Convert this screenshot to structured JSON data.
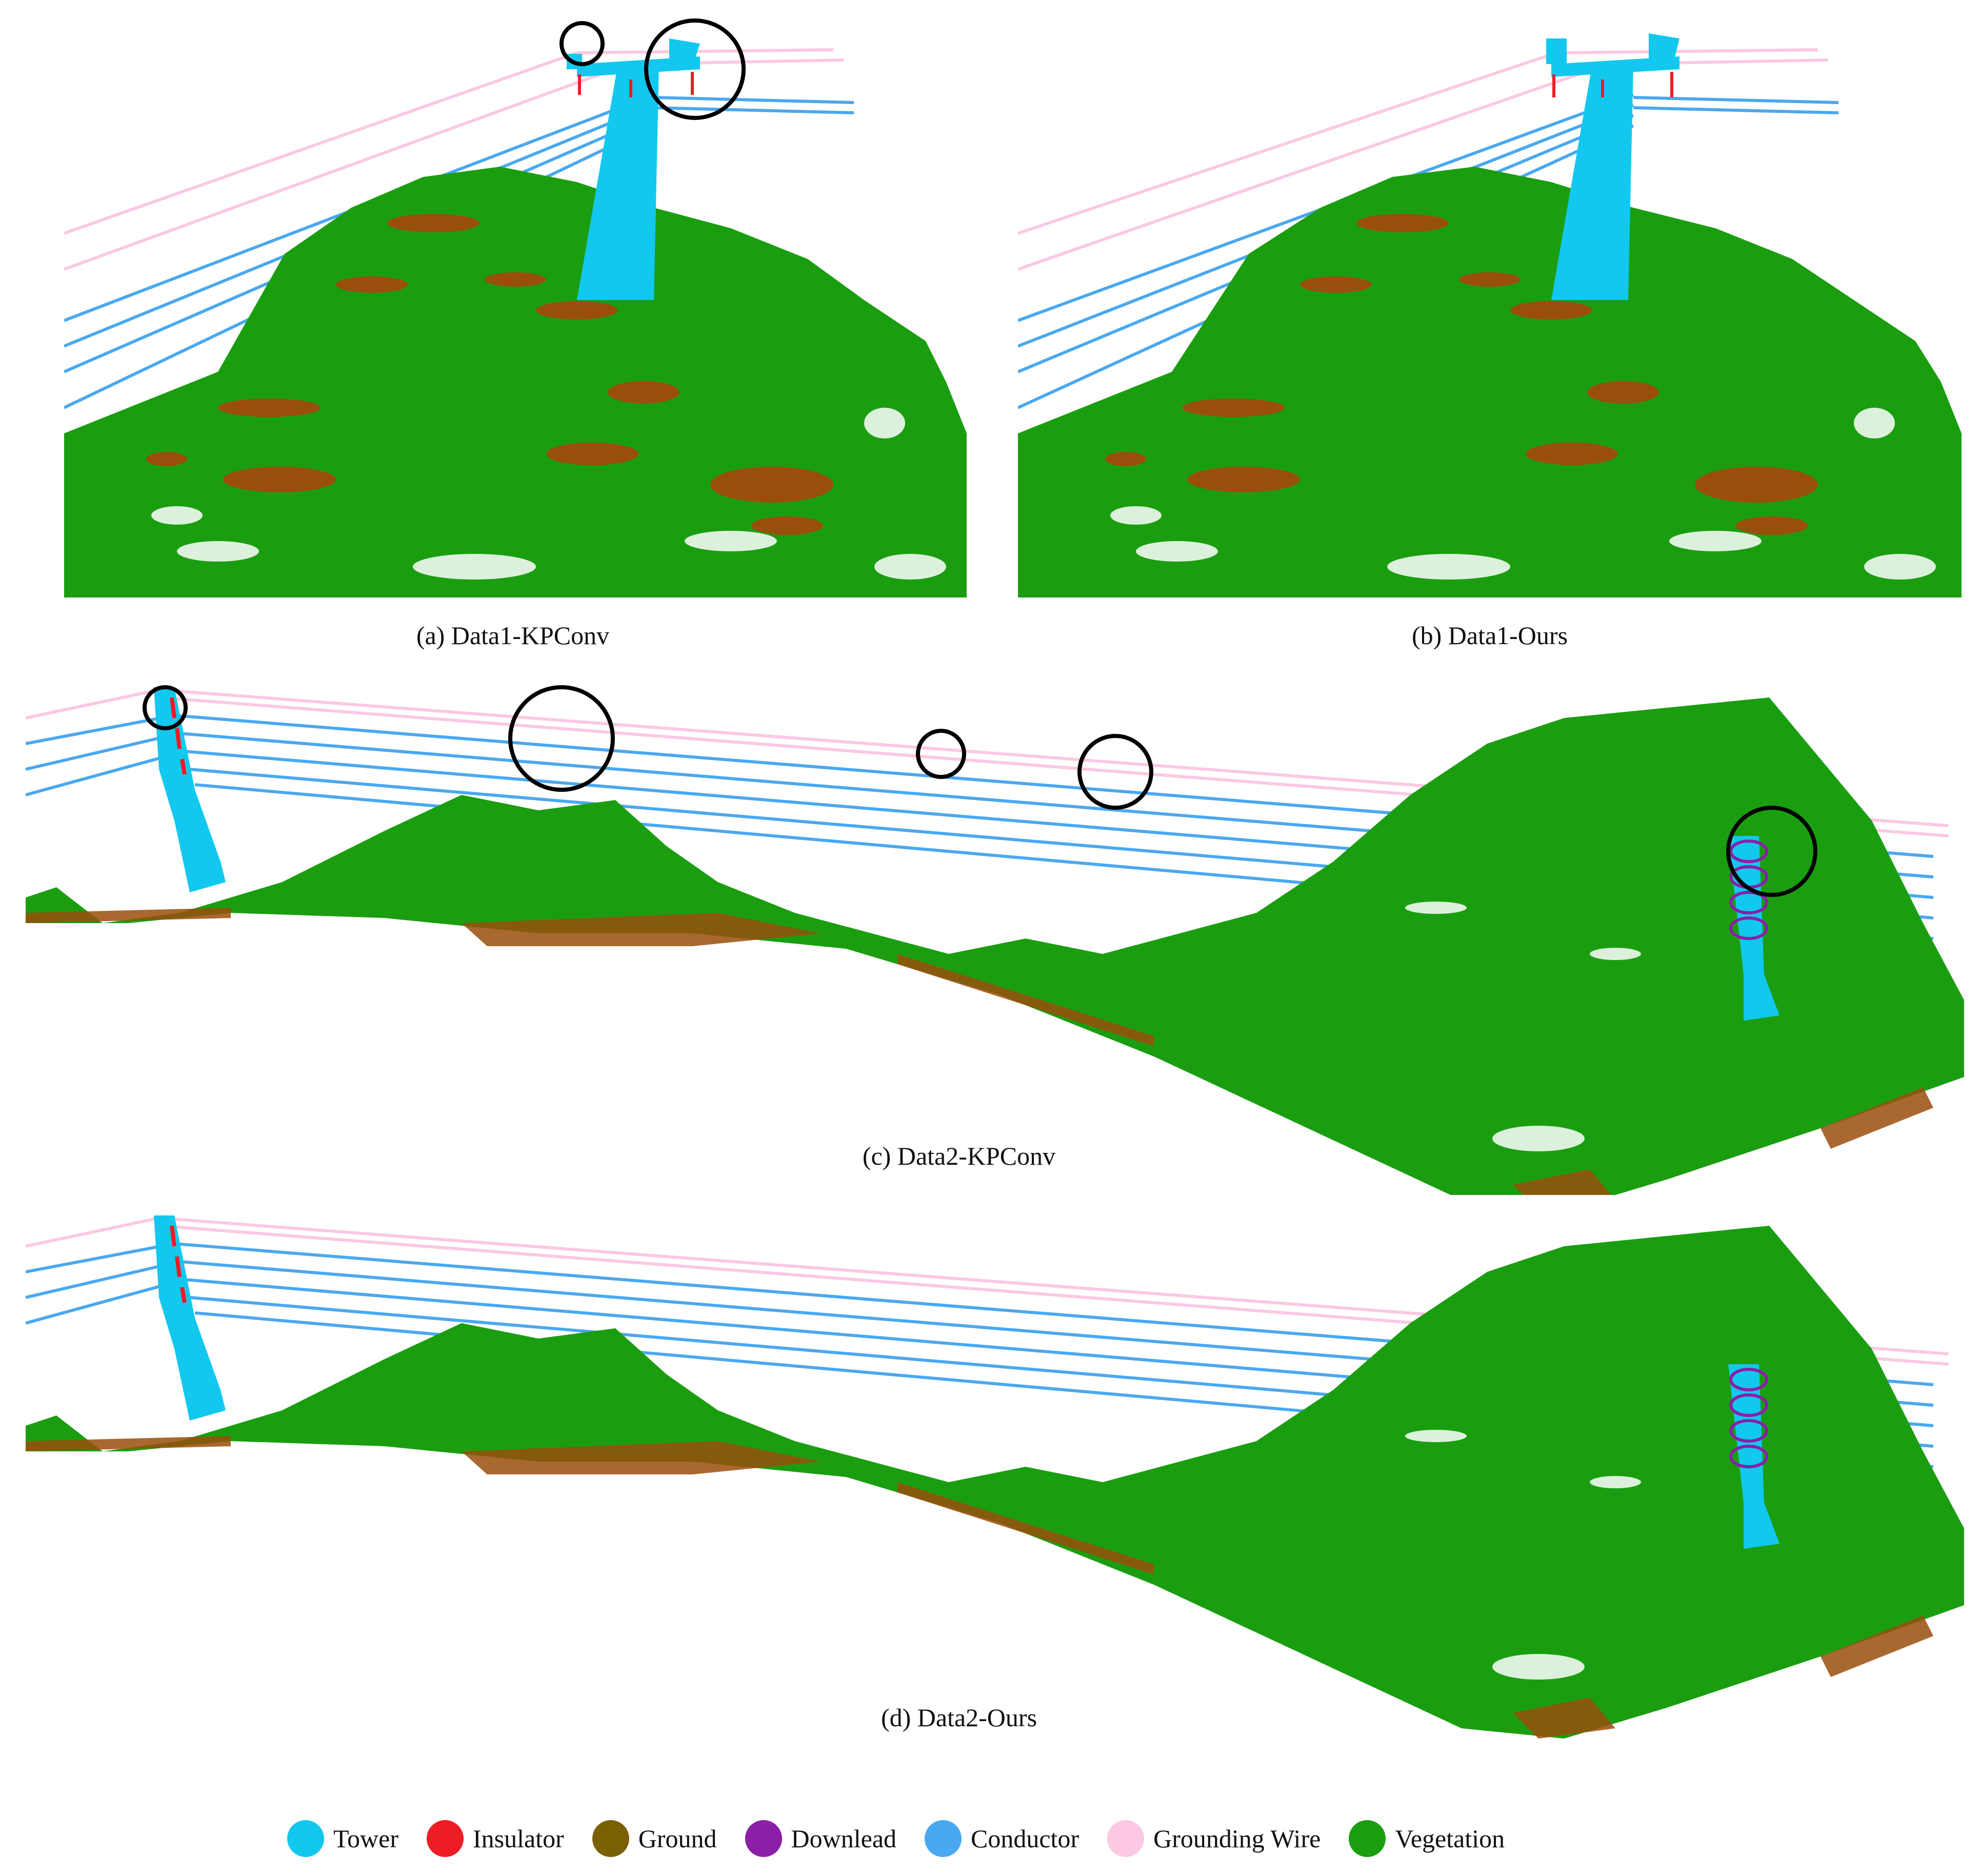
{
  "panels": {
    "a": {
      "caption": "(a) Data1-KPConv"
    },
    "b": {
      "caption": "(b) Data1-Ours"
    },
    "c": {
      "caption": "(c) Data2-KPConv"
    },
    "d": {
      "caption": "(d) Data2-Ours"
    }
  },
  "legend": [
    {
      "label": "Tower",
      "color": "#12c8ee"
    },
    {
      "label": "Insulator",
      "color": "#ee1c24"
    },
    {
      "label": "Ground",
      "color": "#7a6000"
    },
    {
      "label": "Downlead",
      "color": "#8b1fa8"
    },
    {
      "label": "Conductor",
      "color": "#4aa8f0"
    },
    {
      "label": "Grounding Wire",
      "color": "#fcc8e2"
    },
    {
      "label": "Vegetation",
      "color": "#1a9e10"
    }
  ],
  "colors": {
    "vegetation": "#1a9e10",
    "ground_patch": "#9a4e0c",
    "tower": "#12c8ee",
    "conductor": "#4aa8f0",
    "grounding_wire": "#fcc8e2",
    "insulator": "#ee1c24",
    "downlead": "#8b1fa8",
    "error_circle": "#000000"
  }
}
